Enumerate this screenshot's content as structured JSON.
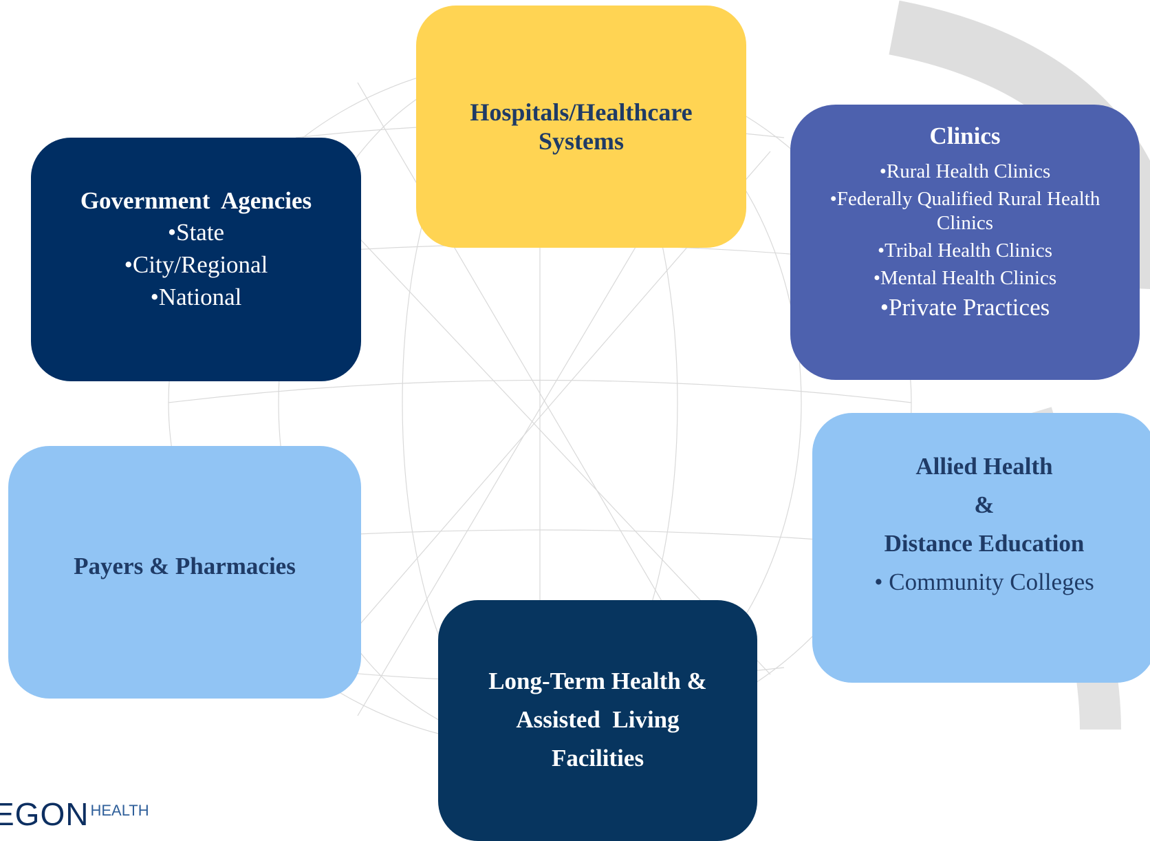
{
  "colors": {
    "hospitals": "#ffd453",
    "government": "#002e63",
    "clinics": "#4d61ae",
    "payers": "#91c4f4",
    "allied": "#91c4f4",
    "longterm": "#07355f",
    "dark_text": "#1f3b66"
  },
  "hospitals": {
    "title": "Hospitals/Healthcare Systems"
  },
  "government": {
    "title": "Government  Agencies",
    "items": [
      "•State",
      "•City/Regional",
      "•National"
    ]
  },
  "clinics": {
    "title": "Clinics",
    "items": [
      "•Rural Health Clinics",
      "•Federally Qualified Rural Health Clinics",
      "•Tribal Health Clinics",
      "•Mental Health Clinics",
      "•Private Practices"
    ]
  },
  "payers": {
    "title": "Payers & Pharmacies"
  },
  "allied": {
    "line1": "Allied Health",
    "line2": "&",
    "line3": "Distance Education",
    "items": [
      "• Community Colleges"
    ]
  },
  "longterm": {
    "line1": "Long-Term Health &",
    "line2": "Assisted  Living",
    "line3": "Facilities"
  },
  "logo": {
    "main": "EGON",
    "sub": "HEALTH"
  }
}
